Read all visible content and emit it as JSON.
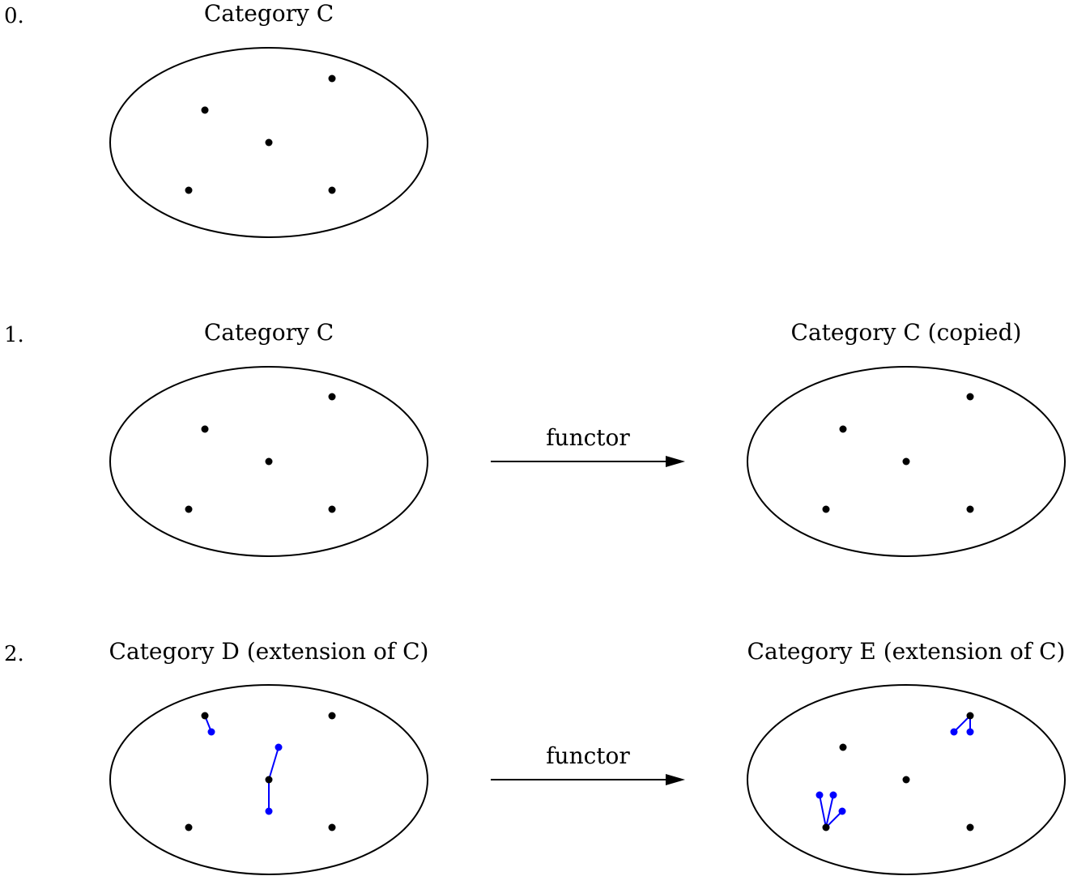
{
  "colors": {
    "ink": "#000000",
    "extension": "#0000ff"
  },
  "steps": [
    {
      "label": "0."
    },
    {
      "label": "1."
    },
    {
      "label": "2."
    }
  ],
  "categories": {
    "c0": {
      "title": "Category C"
    },
    "c1": {
      "title": "Category C"
    },
    "c1copy": {
      "title": "Category C (copied)"
    },
    "d": {
      "title": "Category D (extension of C)"
    },
    "e": {
      "title": "Category E (extension of C)"
    }
  },
  "arrows": {
    "f1": {
      "label": "functor"
    },
    "f2": {
      "label": "functor"
    }
  }
}
